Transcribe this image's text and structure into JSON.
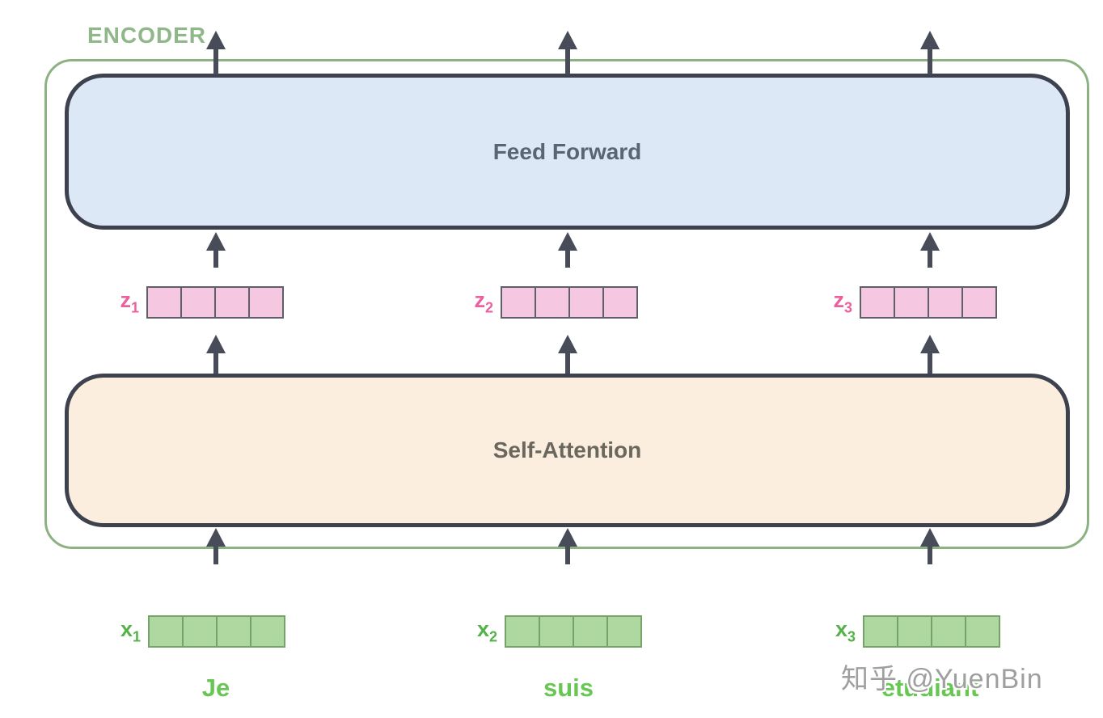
{
  "colors": {
    "background": "#ffffff",
    "frame-green": "#8cb284",
    "encoder-label": "#8fb789",
    "box-border": "#3d424e",
    "arrow": "#474c58",
    "ff-fill": "#dce8f6",
    "ff-text": "#5b6472",
    "sa-fill": "#fceede",
    "sa-text": "#6a675f",
    "z-cell-fill": "#f5c7e1",
    "z-cell-border": "#5d6069",
    "z-label": "#ea619e",
    "x-cell-fill": "#afd8a0",
    "x-cell-border": "#76a369",
    "x-label": "#54b348",
    "token-text": "#68c653",
    "watermark-text": "#9f9f9f"
  },
  "encoder": {
    "label": "ENCODER",
    "feed_forward_label": "Feed Forward",
    "self_attention_label": "Self-Attention"
  },
  "vectors": {
    "cells_per_vector": 4,
    "z": [
      {
        "letter": "z",
        "sub": "1"
      },
      {
        "letter": "z",
        "sub": "2"
      },
      {
        "letter": "z",
        "sub": "3"
      }
    ],
    "x": [
      {
        "letter": "x",
        "sub": "1"
      },
      {
        "letter": "x",
        "sub": "2"
      },
      {
        "letter": "x",
        "sub": "3"
      }
    ]
  },
  "tokens": [
    "Je",
    "suis",
    "étudiant"
  ],
  "watermark": "知乎 @YuenBin"
}
